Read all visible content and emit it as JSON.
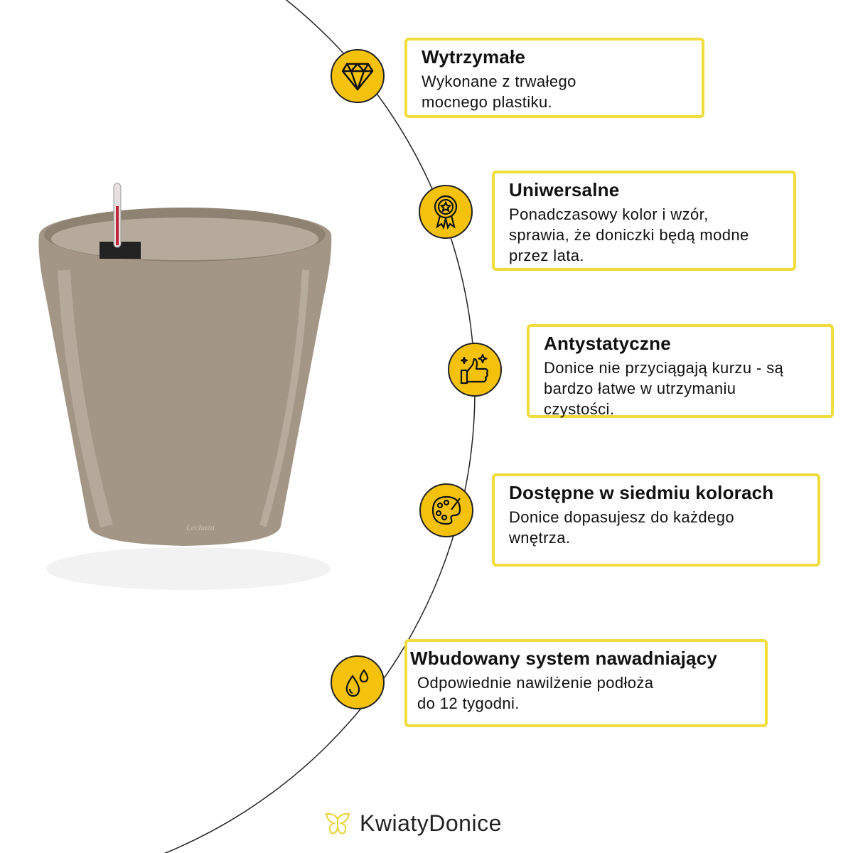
{
  "features": [
    {
      "icon": "diamond-icon",
      "title": "Wytrzymałe",
      "lines": [
        "Wykonane z trwałego",
        "mocnego plastiku."
      ]
    },
    {
      "icon": "award-icon",
      "title": "Uniwersalne",
      "lines": [
        "Ponadczasowy kolor i wzór,",
        "sprawia, że doniczki będą modne",
        "przez lata."
      ]
    },
    {
      "icon": "thumbs-up-sparkle-icon",
      "title": "Antystatyczne",
      "lines": [
        "Donice nie przyciągają kurzu - są",
        "bardzo łatwe w utrzymaniu",
        "czystości."
      ]
    },
    {
      "icon": "palette-icon",
      "title": "Dostępne w siedmiu kolorach",
      "lines": [
        "Donice dopasujesz do każdego",
        "wnętrza."
      ]
    },
    {
      "icon": "water-drops-icon",
      "title": "Wbudowany system nawadniający",
      "lines": [
        "Odpowiednie nawilżenie podłoża",
        "do 12 tygodni."
      ]
    }
  ],
  "product": {
    "brand_mark": "Lechuza",
    "color": "#a39686"
  },
  "logo": {
    "text": "KwiatyDonice"
  },
  "colors": {
    "accent": "#f4c20d",
    "border": "#f0dc3a"
  }
}
